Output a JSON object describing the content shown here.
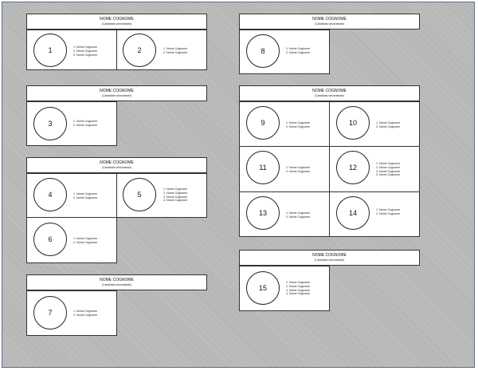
{
  "header": {
    "title": "NOME COGNOME",
    "subtitle": "(Candidato uninominale)"
  },
  "entries": {
    "1": [
      "1. Nome Cognome",
      "2. Nome Cognome",
      "3. Nome Cognome"
    ],
    "2": [
      "1. Nome Cognome",
      "2. Nome Cognome"
    ],
    "3": [
      "1. Nome Cognome",
      "2. Nome Cognome"
    ],
    "4": [
      "1. Nome Cognome",
      "2. Nome Cognome"
    ],
    "5": [
      "1. Nome Cognome",
      "2. Nome Cognome",
      "3. Nome Cognome",
      "4. Nome Cognome"
    ],
    "6": [
      "1. Nome Cognome",
      "2. Nome Cognome"
    ],
    "7": [
      "1. Nome Cognome",
      "2. Nome Cognome"
    ],
    "8": [
      "1. Nome Cognome",
      "2. Nome Cognome"
    ],
    "9": [
      "1. Nome Cognome",
      "2. Nome Cognome"
    ],
    "10": [
      "1. Nome Cognome",
      "2. Nome Cognome"
    ],
    "11": [
      "1. Nome Cognome",
      "2. Nome Cognome"
    ],
    "12": [
      "1. Nome Cognome",
      "2. Nome Cognome",
      "3. Nome Cognome",
      "4. Nome Cognome"
    ],
    "13": [
      "1. Nome Cognome",
      "2. Nome Cognome"
    ],
    "14": [
      "1. Nome Cognome",
      "2. Nome Cognome"
    ],
    "15": [
      "1. Nome Cognome",
      "2. Nome Cognome",
      "3. Nome Cognome",
      "4. Nome Cognome"
    ]
  }
}
